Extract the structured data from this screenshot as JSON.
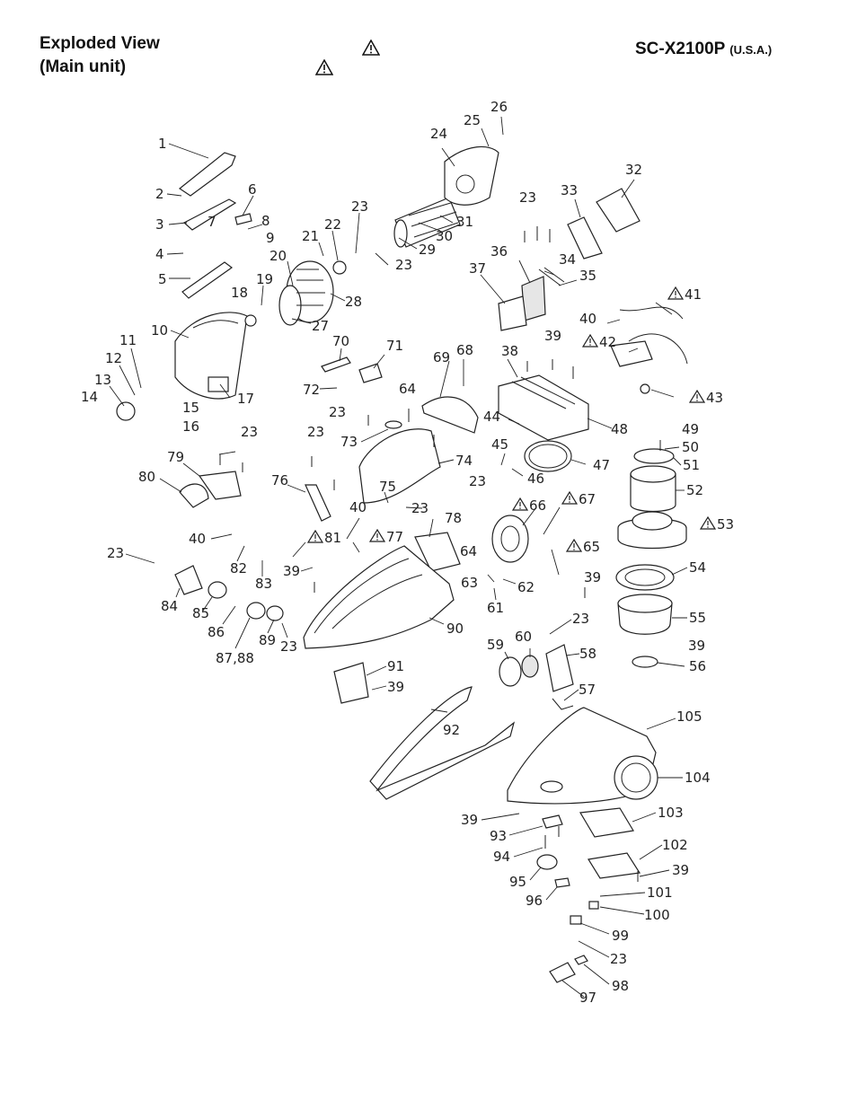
{
  "header": {
    "title_line1": "Exploded View",
    "title_line2": "(Main unit)",
    "model": "SC-X2100P",
    "region": "(U.S.A.)"
  },
  "labels": [
    {
      "id": "1",
      "text": "1"
    },
    {
      "id": "2",
      "text": "2"
    },
    {
      "id": "3",
      "text": "3"
    },
    {
      "id": "4",
      "text": "4"
    },
    {
      "id": "5",
      "text": "5"
    },
    {
      "id": "6",
      "text": "6"
    },
    {
      "id": "7",
      "text": "7"
    },
    {
      "id": "8",
      "text": "8"
    },
    {
      "id": "9",
      "text": "9"
    },
    {
      "id": "10",
      "text": "10"
    },
    {
      "id": "11",
      "text": "11"
    },
    {
      "id": "12",
      "text": "12"
    },
    {
      "id": "13",
      "text": "13"
    },
    {
      "id": "14",
      "text": "14"
    },
    {
      "id": "15",
      "text": "15"
    },
    {
      "id": "16",
      "text": "16"
    },
    {
      "id": "17",
      "text": "17"
    },
    {
      "id": "18",
      "text": "18"
    },
    {
      "id": "19",
      "text": "19"
    },
    {
      "id": "20",
      "text": "20"
    },
    {
      "id": "21",
      "text": "21"
    },
    {
      "id": "22",
      "text": "22"
    },
    {
      "id": "23a",
      "text": "23"
    },
    {
      "id": "23b",
      "text": "23"
    },
    {
      "id": "23c",
      "text": "23"
    },
    {
      "id": "23d",
      "text": "23"
    },
    {
      "id": "23e",
      "text": "23"
    },
    {
      "id": "23f",
      "text": "23"
    },
    {
      "id": "23g",
      "text": "23"
    },
    {
      "id": "23h",
      "text": "23"
    },
    {
      "id": "23i",
      "text": "23"
    },
    {
      "id": "23j",
      "text": "23"
    },
    {
      "id": "23k",
      "text": "23"
    },
    {
      "id": "23l",
      "text": "23"
    },
    {
      "id": "24",
      "text": "24"
    },
    {
      "id": "25",
      "text": "25"
    },
    {
      "id": "26",
      "text": "26"
    },
    {
      "id": "27",
      "text": "27"
    },
    {
      "id": "28",
      "text": "28"
    },
    {
      "id": "29",
      "text": "29"
    },
    {
      "id": "30",
      "text": "30"
    },
    {
      "id": "31",
      "text": "31"
    },
    {
      "id": "32",
      "text": "32"
    },
    {
      "id": "33",
      "text": "33"
    },
    {
      "id": "34",
      "text": "34"
    },
    {
      "id": "35",
      "text": "35"
    },
    {
      "id": "36",
      "text": "36"
    },
    {
      "id": "37",
      "text": "37"
    },
    {
      "id": "38",
      "text": "38"
    },
    {
      "id": "39a",
      "text": "39"
    },
    {
      "id": "39b",
      "text": "39"
    },
    {
      "id": "39c",
      "text": "39"
    },
    {
      "id": "39d",
      "text": "39"
    },
    {
      "id": "39e",
      "text": "39"
    },
    {
      "id": "39f",
      "text": "39"
    },
    {
      "id": "39g",
      "text": "39"
    },
    {
      "id": "40a",
      "text": "40"
    },
    {
      "id": "40b",
      "text": "40"
    },
    {
      "id": "40c",
      "text": "40"
    },
    {
      "id": "41",
      "text": "41",
      "warn": true
    },
    {
      "id": "42",
      "text": "42",
      "warn": true
    },
    {
      "id": "43",
      "text": "43",
      "warn": true
    },
    {
      "id": "44",
      "text": "44"
    },
    {
      "id": "45",
      "text": "45"
    },
    {
      "id": "46",
      "text": "46"
    },
    {
      "id": "47",
      "text": "47"
    },
    {
      "id": "48",
      "text": "48"
    },
    {
      "id": "49",
      "text": "49"
    },
    {
      "id": "50",
      "text": "50"
    },
    {
      "id": "51",
      "text": "51"
    },
    {
      "id": "52",
      "text": "52"
    },
    {
      "id": "53",
      "text": "53",
      "warn": true
    },
    {
      "id": "54",
      "text": "54"
    },
    {
      "id": "55",
      "text": "55"
    },
    {
      "id": "56",
      "text": "56"
    },
    {
      "id": "57",
      "text": "57"
    },
    {
      "id": "58",
      "text": "58"
    },
    {
      "id": "59",
      "text": "59"
    },
    {
      "id": "60",
      "text": "60"
    },
    {
      "id": "61",
      "text": "61"
    },
    {
      "id": "62",
      "text": "62"
    },
    {
      "id": "63",
      "text": "63"
    },
    {
      "id": "64a",
      "text": "64"
    },
    {
      "id": "64b",
      "text": "64"
    },
    {
      "id": "65",
      "text": "65",
      "warn": true
    },
    {
      "id": "66",
      "text": "66",
      "warn": true
    },
    {
      "id": "67",
      "text": "67",
      "warn": true
    },
    {
      "id": "68",
      "text": "68"
    },
    {
      "id": "69",
      "text": "69"
    },
    {
      "id": "70",
      "text": "70"
    },
    {
      "id": "71",
      "text": "71"
    },
    {
      "id": "72",
      "text": "72"
    },
    {
      "id": "73",
      "text": "73"
    },
    {
      "id": "74",
      "text": "74"
    },
    {
      "id": "75",
      "text": "75"
    },
    {
      "id": "76",
      "text": "76"
    },
    {
      "id": "77",
      "text": "77",
      "warn": true
    },
    {
      "id": "78",
      "text": "78"
    },
    {
      "id": "79",
      "text": "79"
    },
    {
      "id": "80",
      "text": "80"
    },
    {
      "id": "81",
      "text": "81",
      "warn": true
    },
    {
      "id": "82",
      "text": "82"
    },
    {
      "id": "83",
      "text": "83"
    },
    {
      "id": "84",
      "text": "84"
    },
    {
      "id": "85",
      "text": "85"
    },
    {
      "id": "86",
      "text": "86"
    },
    {
      "id": "8788",
      "text": "87,88"
    },
    {
      "id": "89",
      "text": "89"
    },
    {
      "id": "90",
      "text": "90"
    },
    {
      "id": "91",
      "text": "91"
    },
    {
      "id": "92",
      "text": "92"
    },
    {
      "id": "93",
      "text": "93"
    },
    {
      "id": "94",
      "text": "94"
    },
    {
      "id": "95",
      "text": "95"
    },
    {
      "id": "96",
      "text": "96"
    },
    {
      "id": "97",
      "text": "97"
    },
    {
      "id": "98",
      "text": "98"
    },
    {
      "id": "99",
      "text": "99"
    },
    {
      "id": "100",
      "text": "100"
    },
    {
      "id": "101",
      "text": "101"
    },
    {
      "id": "102",
      "text": "102"
    },
    {
      "id": "103",
      "text": "103"
    },
    {
      "id": "104",
      "text": "104"
    },
    {
      "id": "105",
      "text": "105"
    }
  ]
}
